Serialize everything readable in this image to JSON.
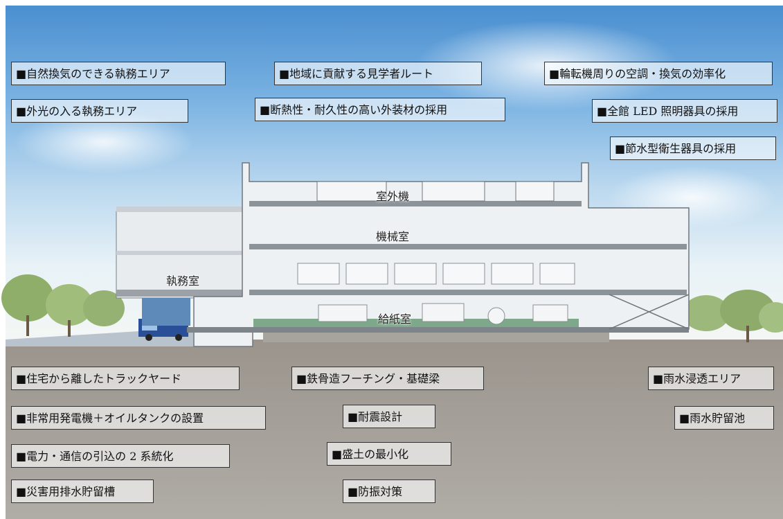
{
  "callouts_top": [
    "■自然換気のできる執務エリア",
    "■地域に貢献する見学者ルート",
    "■輪転機周りの空調・換気の効率化",
    "■外光の入る執務エリア",
    "■断熱性・耐久性の高い外装材の採用",
    "■全館 LED 照明器具の採用",
    "■節水型衛生器具の採用"
  ],
  "callouts_bottom": [
    "■住宅から離したトラックヤード",
    "■鉄骨造フーチング・基礎梁",
    "■雨水浸透エリア",
    "■非常用発電機＋オイルタンクの設置",
    "■耐震設計",
    "■雨水貯留池",
    "■電力・通信の引込の 2 系統化",
    "■盛土の最小化",
    "■災害用排水貯留槽",
    "■防振対策"
  ],
  "rooms": {
    "outdoor_units": "室外機",
    "machine_room": "機械室",
    "office": "執務室",
    "paper_supply": "給紙室"
  }
}
